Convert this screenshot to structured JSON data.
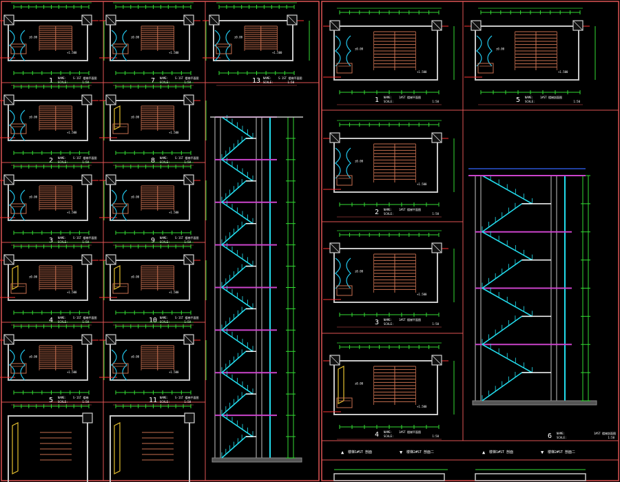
{
  "canvas": {
    "background": "#000000"
  },
  "colors": {
    "frame": "#e05555",
    "wall": "#c8c8c8",
    "dim": "#33dd33",
    "axis": "#ff3333",
    "column": "#d0d0d0",
    "tread": "#c87050",
    "door": "#22c8ee",
    "rail": "#22ddee",
    "slab": "#cc44cc",
    "text": "#ffffff",
    "blueGrid": "#3366ff",
    "yellow": "#e6c030"
  },
  "sheet_left": {
    "plans": [
      {
        "num": "1",
        "name_label": "NAME:",
        "scale_label": "SCALE:",
        "title": "S-1ST 楼梯平面图",
        "scale": "1:50"
      },
      {
        "num": "7",
        "name_label": "NAME:",
        "scale_label": "SCALE:",
        "title": "S-1ST 楼梯平面图",
        "scale": "1:50"
      },
      {
        "num": "13",
        "name_label": "NAME:",
        "scale_label": "SCALE:",
        "title": "S-1ST 楼梯平面图",
        "scale": "1:50"
      },
      {
        "num": "2",
        "name_label": "NAME:",
        "scale_label": "SCALE:",
        "title": "S-1ST 楼梯平面图",
        "scale": "1:50"
      },
      {
        "num": "8",
        "name_label": "NAME:",
        "scale_label": "SCALE:",
        "title": "S-1ST 楼梯平面图",
        "scale": "1:50"
      },
      {
        "num": "3",
        "name_label": "NAME:",
        "scale_label": "SCALE:",
        "title": "S-1ST 楼梯平面图",
        "scale": "1:50"
      },
      {
        "num": "9",
        "name_label": "NAME:",
        "scale_label": "SCALE:",
        "title": "S-1ST 楼梯平面图",
        "scale": "1:50"
      },
      {
        "num": "4",
        "name_label": "NAME:",
        "scale_label": "SCALE:",
        "title": "S-1ST 楼梯平面图",
        "scale": "1:50"
      },
      {
        "num": "10",
        "name_label": "NAME:",
        "scale_label": "SCALE:",
        "title": "S-1ST 楼梯平面图",
        "scale": "1:50"
      },
      {
        "num": "5",
        "name_label": "NAME:",
        "scale_label": "SCALE:",
        "title": "S-1ST 楼梯",
        "scale": "1:50"
      },
      {
        "num": "11",
        "name_label": "NAME:",
        "scale_label": "SCALE:",
        "title": "S-1ST 楼梯平面图",
        "scale": "1:50"
      }
    ]
  },
  "sheet_right": {
    "plans": [
      {
        "num": "1",
        "name_label": "NAME:",
        "scale_label": "SCALE:",
        "title": "1#ST 楼梯平面图",
        "scale": "1:50"
      },
      {
        "num": "5",
        "name_label": "NAME:",
        "scale_label": "SCALE:",
        "title": "1#ST 楼梯剖面图",
        "scale": "1:50"
      },
      {
        "num": "2",
        "name_label": "NAME:",
        "scale_label": "SCALE:",
        "title": "1#ST 楼梯平面图",
        "scale": "1:50"
      },
      {
        "num": "3",
        "name_label": "NAME:",
        "scale_label": "SCALE:",
        "title": "1#ST 楼梯平面图",
        "scale": "1:50"
      },
      {
        "num": "4",
        "name_label": "NAME:",
        "scale_label": "SCALE:",
        "title": "1#ST 楼梯平面图",
        "scale": "1:50"
      },
      {
        "num": "6",
        "name_label": "NAME:",
        "scale_label": "SCALE:",
        "title": "1#ST 楼梯剖面图",
        "scale": "1:50"
      }
    ],
    "legend": [
      {
        "mark": "▲",
        "text": "楼梯1#ST 剖面"
      },
      {
        "mark": "▼",
        "text": "楼梯2#ST 剖面二"
      },
      {
        "mark": "▲",
        "text": "楼梯1#ST 剖面"
      },
      {
        "mark": "▼",
        "text": "楼梯2#ST 剖面二"
      }
    ]
  }
}
